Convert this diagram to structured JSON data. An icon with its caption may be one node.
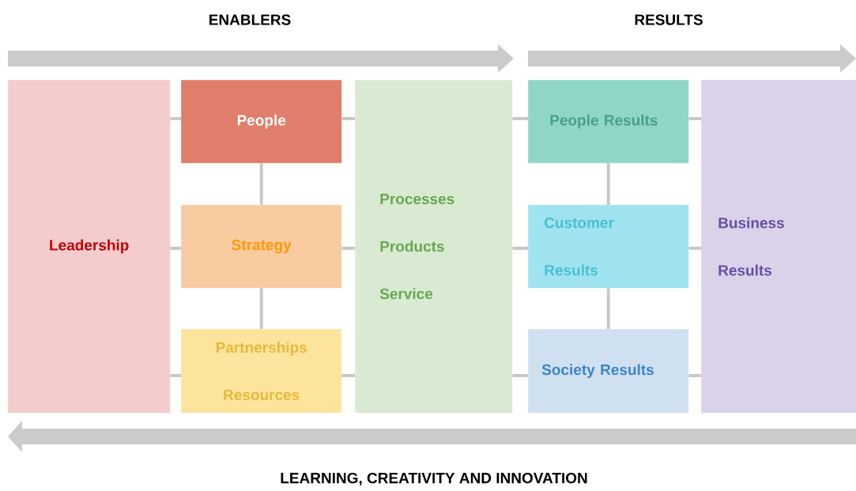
{
  "diagram": {
    "nodes": [
      {
        "text": [
          "Leadership"
        ]
      },
      {
        "text": [
          "People"
        ]
      },
      {
        "text": [
          "Strategy"
        ]
      },
      {
        "text": [
          "Partnerships Resources"
        ]
      },
      {
        "text": [
          "Processes Products Service"
        ]
      },
      {
        "text": [
          "People Results"
        ]
      },
      {
        "text": [
          "Customer Results"
        ]
      },
      {
        "text": [
          "Society Results"
        ]
      },
      {
        "text": [
          "Business Results"
        ]
      }
    ],
    "edges": [
      {
        "from": 0,
        "to": 1,
        "arrow": "none"
      },
      {
        "from": 0,
        "to": 2,
        "arrow": "none"
      },
      {
        "from": 0,
        "to": 3,
        "arrow": "none"
      },
      {
        "from": 1,
        "to": 2,
        "arrow": "none"
      },
      {
        "from": 2,
        "to": 3,
        "arrow": "none"
      },
      {
        "from": 1,
        "to": 4,
        "arrow": "none"
      },
      {
        "from": 2,
        "to": 4,
        "arrow": "none"
      },
      {
        "from": 3,
        "to": 4,
        "arrow": "none"
      },
      {
        "from": 4,
        "to": 5,
        "arrow": "none"
      },
      {
        "from": 4,
        "to": 6,
        "arrow": "none"
      },
      {
        "from": 4,
        "to": 7,
        "arrow": "none"
      },
      {
        "from": 5,
        "to": 6,
        "arrow": "none"
      },
      {
        "from": 6,
        "to": 7,
        "arrow": "none"
      },
      {
        "from": 5,
        "to": 8,
        "arrow": "none"
      },
      {
        "from": 6,
        "to": 8,
        "arrow": "none"
      },
      {
        "from": 7,
        "to": 8,
        "arrow": "none"
      }
    ],
    "labels": [
      "ENABLERS",
      "RESULTS",
      "LEARNING, CREATIVITY AND INNOVATION"
    ]
  }
}
